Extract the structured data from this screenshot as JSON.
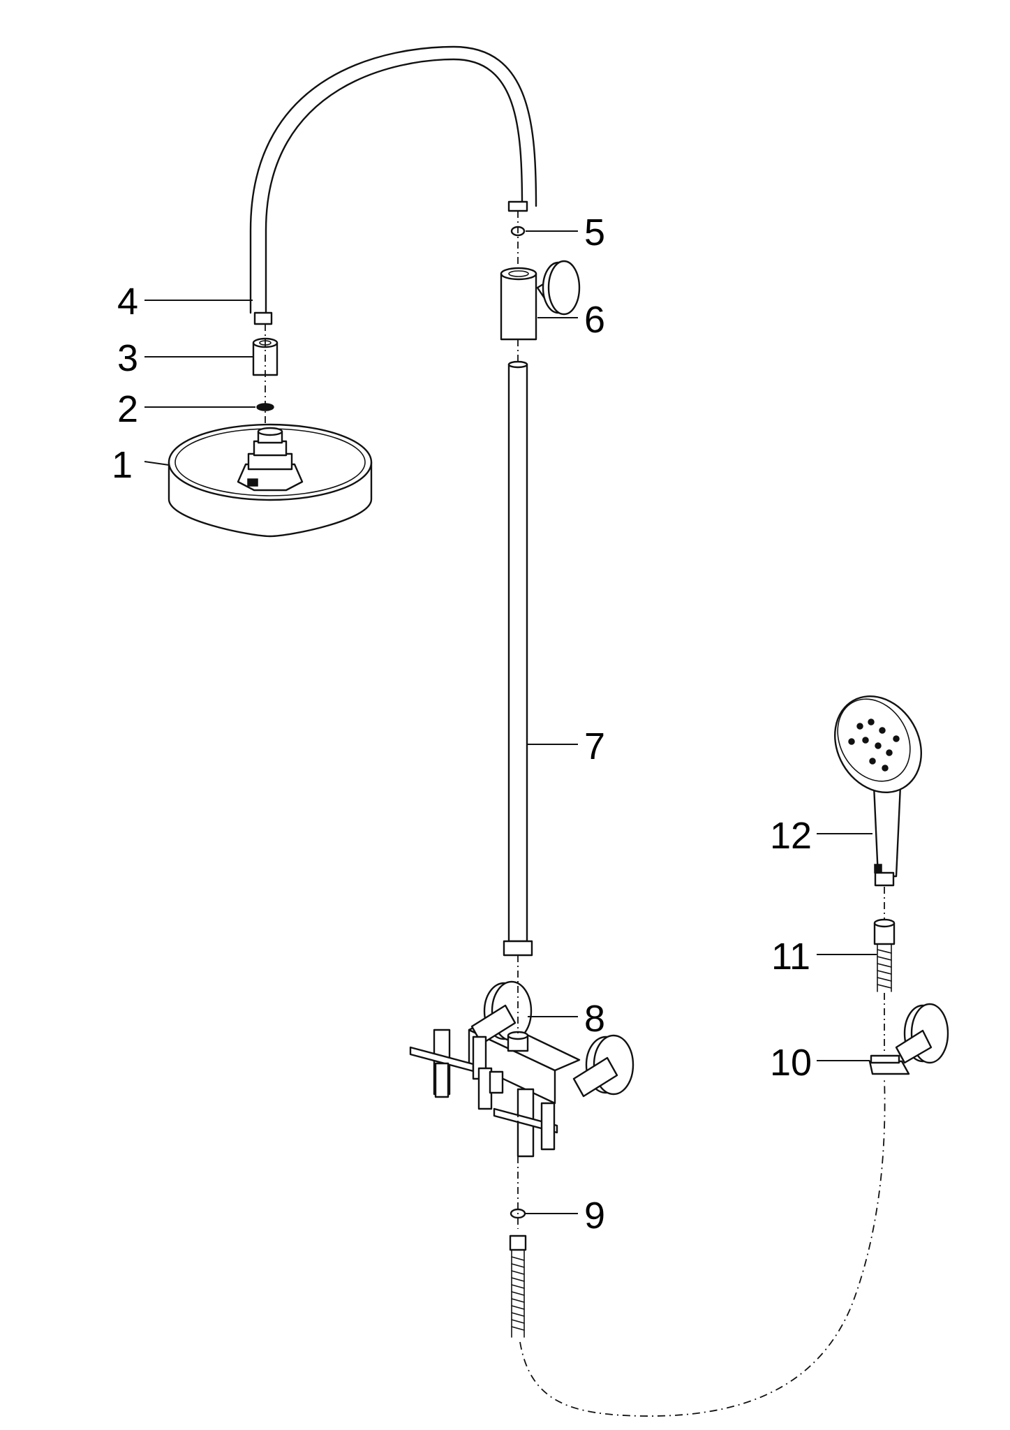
{
  "callouts": [
    {
      "id": "1",
      "text": "1"
    },
    {
      "id": "2",
      "text": "2"
    },
    {
      "id": "3",
      "text": "3"
    },
    {
      "id": "4",
      "text": "4"
    },
    {
      "id": "5",
      "text": "5"
    },
    {
      "id": "6",
      "text": "6"
    },
    {
      "id": "7",
      "text": "7"
    },
    {
      "id": "8",
      "text": "8"
    },
    {
      "id": "9",
      "text": "9"
    },
    {
      "id": "10",
      "text": "10"
    },
    {
      "id": "11",
      "text": "11"
    },
    {
      "id": "12",
      "text": "12"
    }
  ],
  "colors": {
    "line": "#111111",
    "background": "#ffffff"
  }
}
